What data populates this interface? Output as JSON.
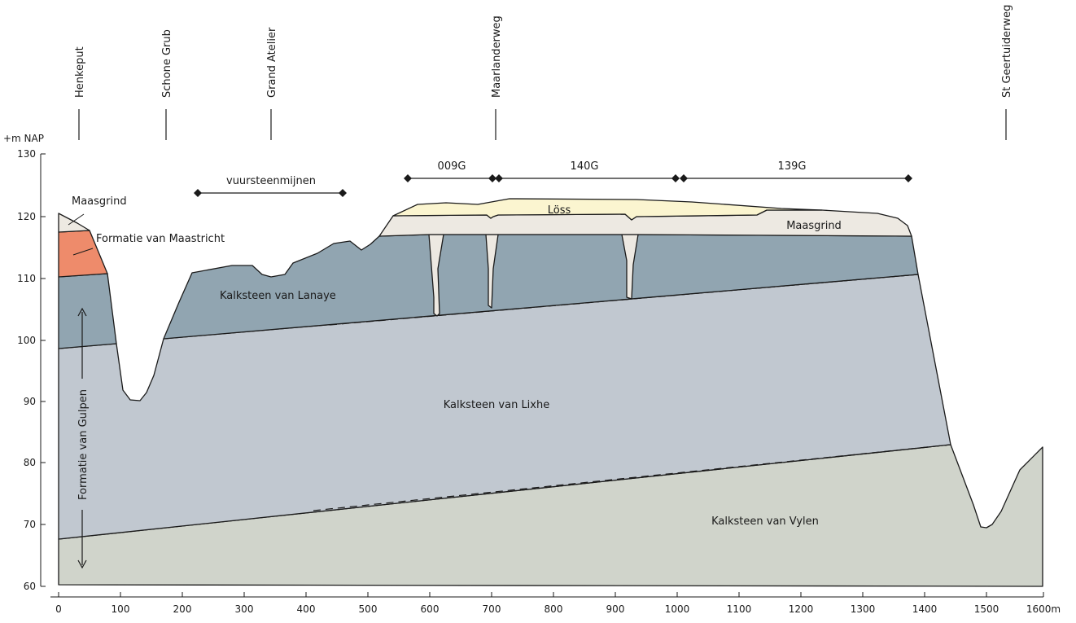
{
  "y_axis": {
    "unit_label": "+m NAP",
    "ticks": [
      "130",
      "120",
      "110",
      "100",
      "90",
      "80",
      "70",
      "60"
    ]
  },
  "x_axis": {
    "ticks": [
      "0",
      "100",
      "200",
      "300",
      "400",
      "500",
      "600",
      "700",
      "800",
      "900",
      "1000",
      "1100",
      "1200",
      "1300",
      "1400",
      "1500",
      "1600m"
    ]
  },
  "locations": [
    {
      "name": "Henkeput"
    },
    {
      "name": "Schone Grub"
    },
    {
      "name": "Grand Atelier"
    },
    {
      "name": "Maarlanderweg"
    },
    {
      "name": "St Geertuiderweg"
    }
  ],
  "spans": [
    {
      "label": "vuursteenmijnen"
    },
    {
      "label": "009G"
    },
    {
      "label": "140G"
    },
    {
      "label": "139G"
    }
  ],
  "layers": {
    "maasgrind_left": "Maasgrind",
    "formatie_maastricht": "Formatie van Maastricht",
    "lanaye": "Kalksteen van Lanaye",
    "loss": "Löss",
    "maasgrind_right": "Maasgrind",
    "lixhe": "Kalksteen van Lixhe",
    "vylen": "Kalksteen van Vylen",
    "gulpen": "Formatie van Gulpen"
  },
  "colors": {
    "vylen": "#d0d4cb",
    "lixhe": "#c1c8d0",
    "lanaye": "#91a5b1",
    "maasgrind": "#ede9e2",
    "loss": "#fbf5d0",
    "maastricht": "#ee8b6b",
    "outline": "#1a1a1a"
  }
}
